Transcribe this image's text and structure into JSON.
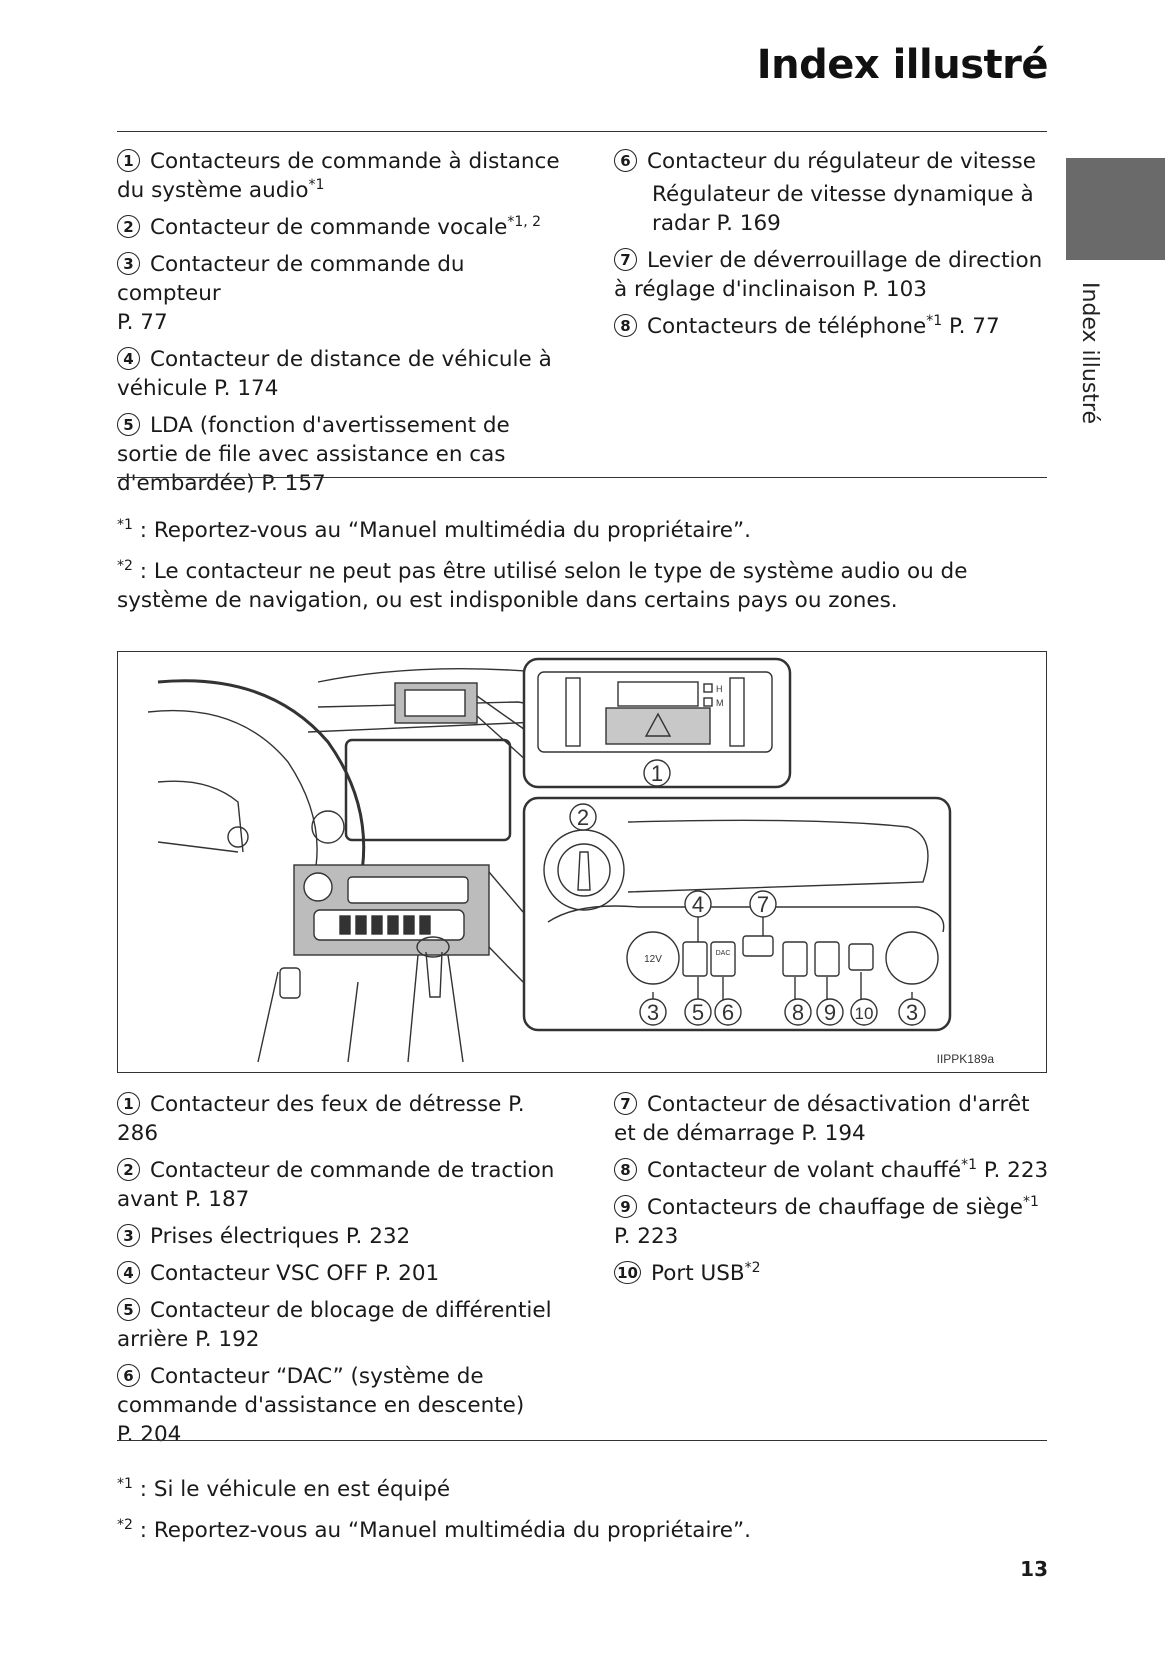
{
  "header": {
    "title": "Index illustré",
    "side_label": "Index illustré"
  },
  "top_list": {
    "left": [
      {
        "num": "1",
        "text": "Contacteurs de commande à distance du système audio",
        "sup": "*1",
        "page": ""
      },
      {
        "num": "2",
        "text": "Contacteur de commande vocale",
        "sup": "*1, 2",
        "page": ""
      },
      {
        "num": "3",
        "text": "Contacteur de commande du compteur",
        "sup": "",
        "page": "P. 77"
      },
      {
        "num": "4",
        "text": "Contacteur de distance de véhicule à véhicule",
        "sup": "",
        "page": "P. 174"
      },
      {
        "num": "5",
        "text": "LDA (fonction d'avertissement de sortie de file avec assistance en cas d'embardée)",
        "sup": "",
        "page": "P. 157"
      }
    ],
    "right": [
      {
        "num": "6",
        "text": "Contacteur du régulateur de vitesse",
        "sub": "Régulateur de vitesse dynamique à radar P. 169"
      },
      {
        "num": "7",
        "text": "Levier de déverrouillage de direction à réglage d'inclinaison",
        "page": "P. 103"
      },
      {
        "num": "8",
        "text": "Contacteurs de téléphone",
        "sup": "*1",
        "page": "P. 77"
      }
    ]
  },
  "top_notes": [
    {
      "mark": "*1",
      "text": " : Reportez-vous au “Manuel multimédia du propriétaire”."
    },
    {
      "mark": "*2",
      "text": " : Le contacteur ne peut pas être utilisé selon le type de système audio ou de système de navigation, ou est indisponible dans certains pays ou zones."
    }
  ],
  "figure": {
    "code": "IIPPK189a",
    "callouts": [
      "1",
      "2",
      "3",
      "4",
      "5",
      "6",
      "7",
      "8",
      "9",
      "10",
      "3"
    ],
    "panel_letters": {
      "h": "H",
      "m": "M",
      "dac": "DAC",
      "socket": "12V"
    }
  },
  "bottom_list": {
    "left": [
      {
        "num": "1",
        "text": "Contacteur des feux de détresse",
        "page": "P. 286"
      },
      {
        "num": "2",
        "text": "Contacteur de commande de traction avant",
        "page": "P. 187"
      },
      {
        "num": "3",
        "text": "Prises électriques",
        "page": "P. 232"
      },
      {
        "num": "4",
        "text": "Contacteur VSC OFF",
        "page": "P. 201"
      },
      {
        "num": "5",
        "text": "Contacteur de blocage de différentiel arrière",
        "page": "P. 192"
      },
      {
        "num": "6",
        "text": "Contacteur “DAC” (système de commande d'assistance en descente)",
        "page": "P. 204"
      }
    ],
    "right": [
      {
        "num": "7",
        "text": "Contacteur de désactivation d'arrêt et de démarrage",
        "sup": "",
        "page": "P. 194"
      },
      {
        "num": "8",
        "text": "Contacteur de volant chauffé",
        "sup": "*1",
        "page": "P. 223"
      },
      {
        "num": "9",
        "text": "Contacteurs de chauffage de siège",
        "sup": "*1",
        "page": "P. 223"
      },
      {
        "num": "10",
        "text": "Port USB",
        "sup": "*2",
        "page": ""
      }
    ]
  },
  "bottom_notes": [
    {
      "mark": "*1",
      "text": " : Si le véhicule en est équipé"
    },
    {
      "mark": "*2",
      "text": " : Reportez-vous au “Manuel multimédia du propriétaire”."
    }
  ],
  "page_number": "13"
}
